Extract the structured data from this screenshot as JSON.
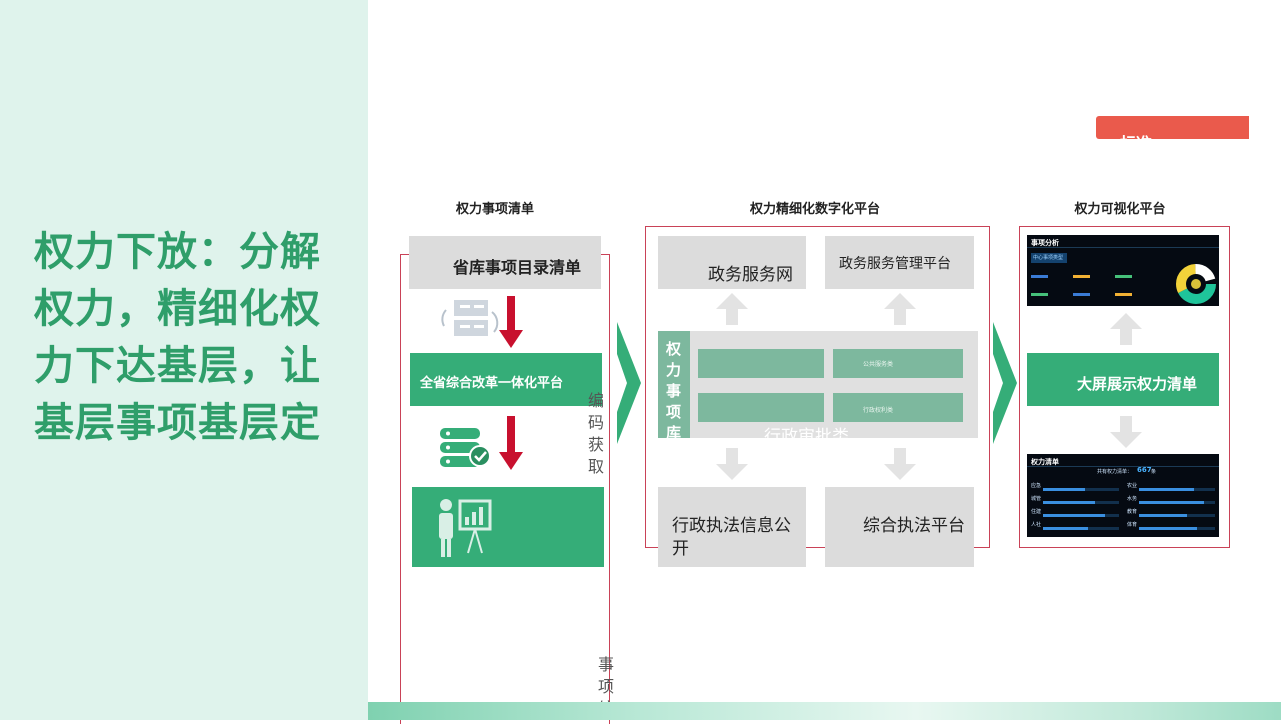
{
  "headline": "权力下放：分解权力，精细化权力下达基层，让基层事项基层定",
  "columns": {
    "c1": "权力事项清单",
    "c2": "权力精细化数字化平台",
    "c3": "权力可视化平台"
  },
  "red_tab": "标准",
  "col1": {
    "catalog": "省库事项目录清单",
    "platform": "全省综合改革一体化平台",
    "side_text_a": "编码获取",
    "side_text_b": "事项编"
  },
  "col2": {
    "service_net": "政务服务网",
    "service_mgmt": "政务服务管理平台",
    "vertical": "权力事项库",
    "row1_label": "公共服务类",
    "row2_label": "行政权利类",
    "approval": "行政审批类",
    "law_info": "行政执法信息公开",
    "law_platform": "综合执法平台"
  },
  "col3": {
    "big_screen": "大屏展示权力清单",
    "dash1_title": "事项分析",
    "dash1_sub": "中心事项类型",
    "dash2_title": "权力清单",
    "dash2_total": "共有权力清单：",
    "dash2_total_value": "667",
    "dash2_unit": "条",
    "dash2_rows": [
      "应急",
      "城管",
      "住建",
      "人社",
      "农业",
      "水务",
      "教育",
      "体育"
    ]
  },
  "colors": {
    "green": "#35ad78",
    "red_accent": "#c94257",
    "arrow_red": "#c8102e",
    "headline": "#2f9e6a"
  }
}
